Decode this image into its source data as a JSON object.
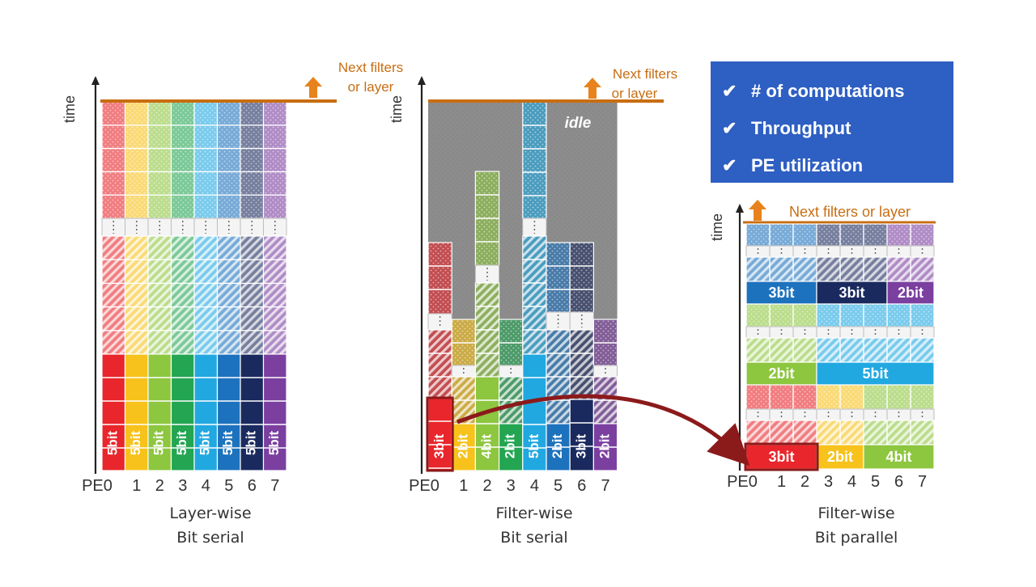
{
  "colors": {
    "pe": [
      "#e8262b",
      "#f7c21b",
      "#8dc63f",
      "#23a552",
      "#21a8e1",
      "#1d72bd",
      "#1a2a5e",
      "#7b3fa0"
    ],
    "accent": "#c86e12",
    "arrow": "#8b1a1a",
    "idle": "#8e8e8e",
    "panel": "#2e5fc2"
  },
  "axis": {
    "time_label": "time",
    "pe_labels": [
      "PE0",
      "1",
      "2",
      "3",
      "4",
      "5",
      "6",
      "7"
    ]
  },
  "panels": [
    {
      "id": "layer-wise",
      "caption_line1": "Layer-wise",
      "caption_line2": "Bit serial",
      "next_label_line1": "Next filters",
      "next_label_line2": "or layer",
      "bit_labels": [
        "5bit",
        "5bit",
        "5bit",
        "5bit",
        "5bit",
        "5bit",
        "5bit",
        "5bit"
      ]
    },
    {
      "id": "filter-wise-serial",
      "caption_line1": "Filter-wise",
      "caption_line2": "Bit serial",
      "next_label_line1": "Next filters",
      "next_label_line2": "or layer",
      "idle_label": "idle",
      "bit_labels": [
        "3bit",
        "2bit",
        "4bit",
        "2bit",
        "5bit",
        "2bit",
        "3bit",
        "2bit"
      ]
    },
    {
      "id": "filter-wise-parallel",
      "caption_line1": "Filter-wise",
      "caption_line2": "Bit parallel",
      "next_label": "Next filters or layer",
      "bit_groups": [
        {
          "row": "top",
          "labels": [
            "3bit",
            "3bit",
            "2bit"
          ]
        },
        {
          "row": "middle",
          "labels": [
            "2bit",
            "5bit"
          ]
        },
        {
          "row": "bottom",
          "labels": [
            "3bit",
            "2bit",
            "4bit"
          ]
        }
      ]
    }
  ],
  "benefits": {
    "check": "✔",
    "items": [
      "# of computations",
      "Throughput",
      "PE utilization"
    ]
  }
}
